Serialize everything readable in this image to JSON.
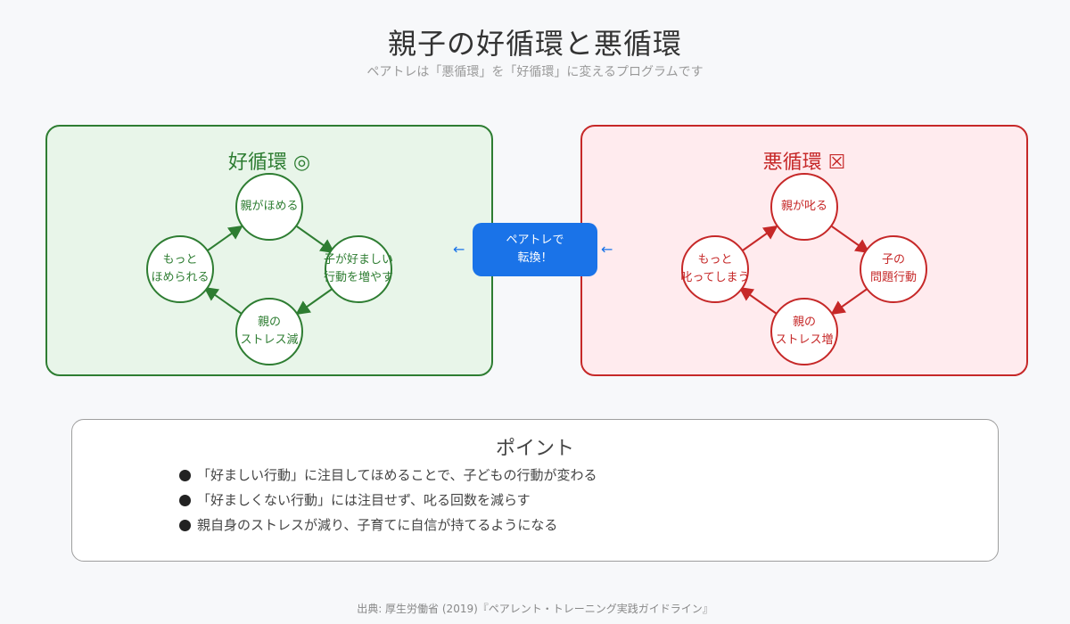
{
  "header": {
    "title": "親子の好循環と悪循環",
    "subtitle": "ペアトレは「悪循環」を「好循環」に変えるプログラムです"
  },
  "good_cycle": {
    "title": "好循環 ◎",
    "nodes": {
      "top": [
        "親がほめる"
      ],
      "right": [
        "子が好ましい",
        "行動を増やす"
      ],
      "bottom": [
        "親の",
        "ストレス減"
      ],
      "left": [
        "もっと",
        "ほめられる"
      ]
    }
  },
  "bad_cycle": {
    "title": "悪循環 ☒",
    "nodes": {
      "top": [
        "親が叱る"
      ],
      "right": [
        "子の",
        "問題行動"
      ],
      "bottom": [
        "親の",
        "ストレス増"
      ],
      "left": [
        "もっと",
        "叱ってしまう"
      ]
    }
  },
  "transform": {
    "line1": "ペアトレで",
    "line2": "転換！"
  },
  "points": {
    "title": "ポイント",
    "items": [
      "「好ましい行動」に注目してほめることで、子どもの行動が変わる",
      "「好ましくない行動」には注目せず、叱る回数を減らす",
      "親自身のストレスが減り、子育てに自信が持てるようになる"
    ]
  },
  "source": "出典: 厚生労働省 (2019)『ペアレント・トレーニング実践ガイドライン』",
  "colors": {
    "good": "#2e7d32",
    "good_bg": "#e8f5e9",
    "bad": "#c62828",
    "bad_bg": "#ffebee",
    "accent": "#1a73e8"
  }
}
